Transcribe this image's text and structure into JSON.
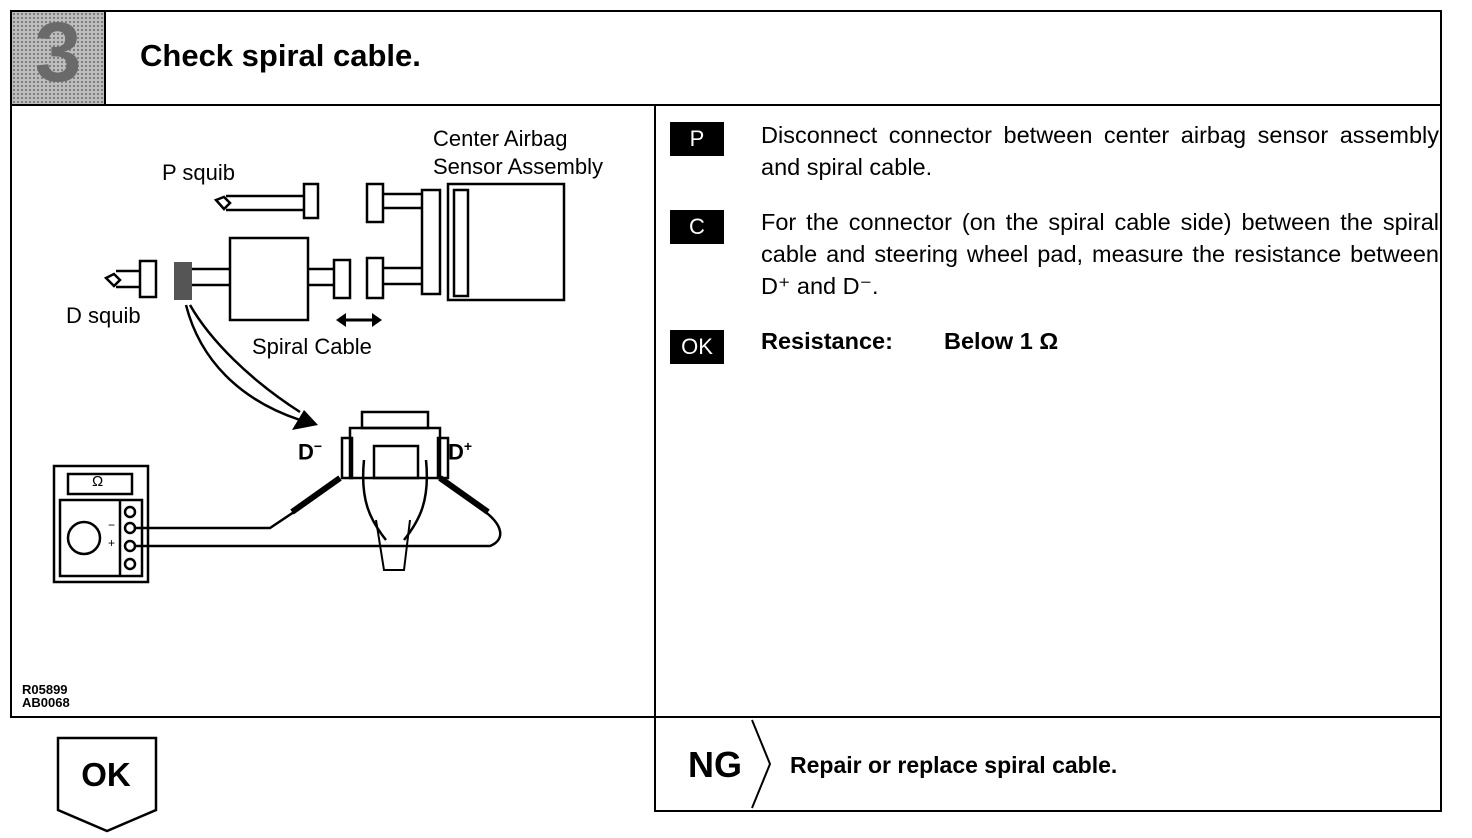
{
  "step": {
    "number": "3",
    "title": "Check spiral cable."
  },
  "diagram": {
    "labels": {
      "center_airbag_line1": "Center Airbag",
      "center_airbag_line2": "Sensor Assembly",
      "p_squib": "P squib",
      "d_squib": "D squib",
      "spiral_cable": "Spiral Cable",
      "d_minus": "D",
      "d_plus": "D",
      "ohm_symbol": "Ω",
      "meter_minus": "−",
      "meter_plus": "+"
    },
    "codes": [
      "R05899",
      "AB0068"
    ]
  },
  "instructions": [
    {
      "badge": "P",
      "text": "Disconnect connector between center airbag sensor assembly and spiral cable."
    },
    {
      "badge": "C",
      "text": "For the connector (on the spiral cable side) between the spiral cable and steering wheel pad, measure the resistance between D⁺ and D⁻."
    },
    {
      "badge": "OK",
      "label": "Resistance:",
      "value": "Below 1 Ω"
    }
  ],
  "results": {
    "ok_label": "OK",
    "ng_label": "NG",
    "ng_text": "Repair or replace spiral cable."
  }
}
